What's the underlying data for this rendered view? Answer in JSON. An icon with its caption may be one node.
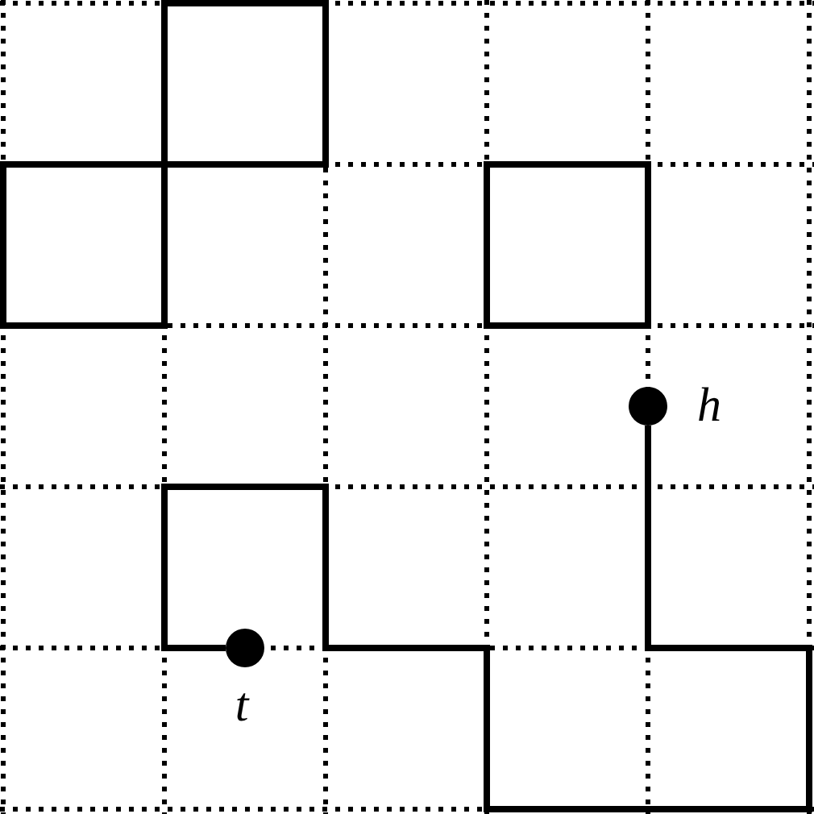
{
  "diagram": {
    "nodes": [
      {
        "text": [],
        "shape": "circle",
        "beside": [
          "h"
        ]
      },
      {
        "text": [],
        "shape": "circle",
        "beside": [
          "t"
        ]
      }
    ],
    "edges": [
      {
        "from": 1,
        "to": 0,
        "arrow": "none"
      }
    ]
  }
}
